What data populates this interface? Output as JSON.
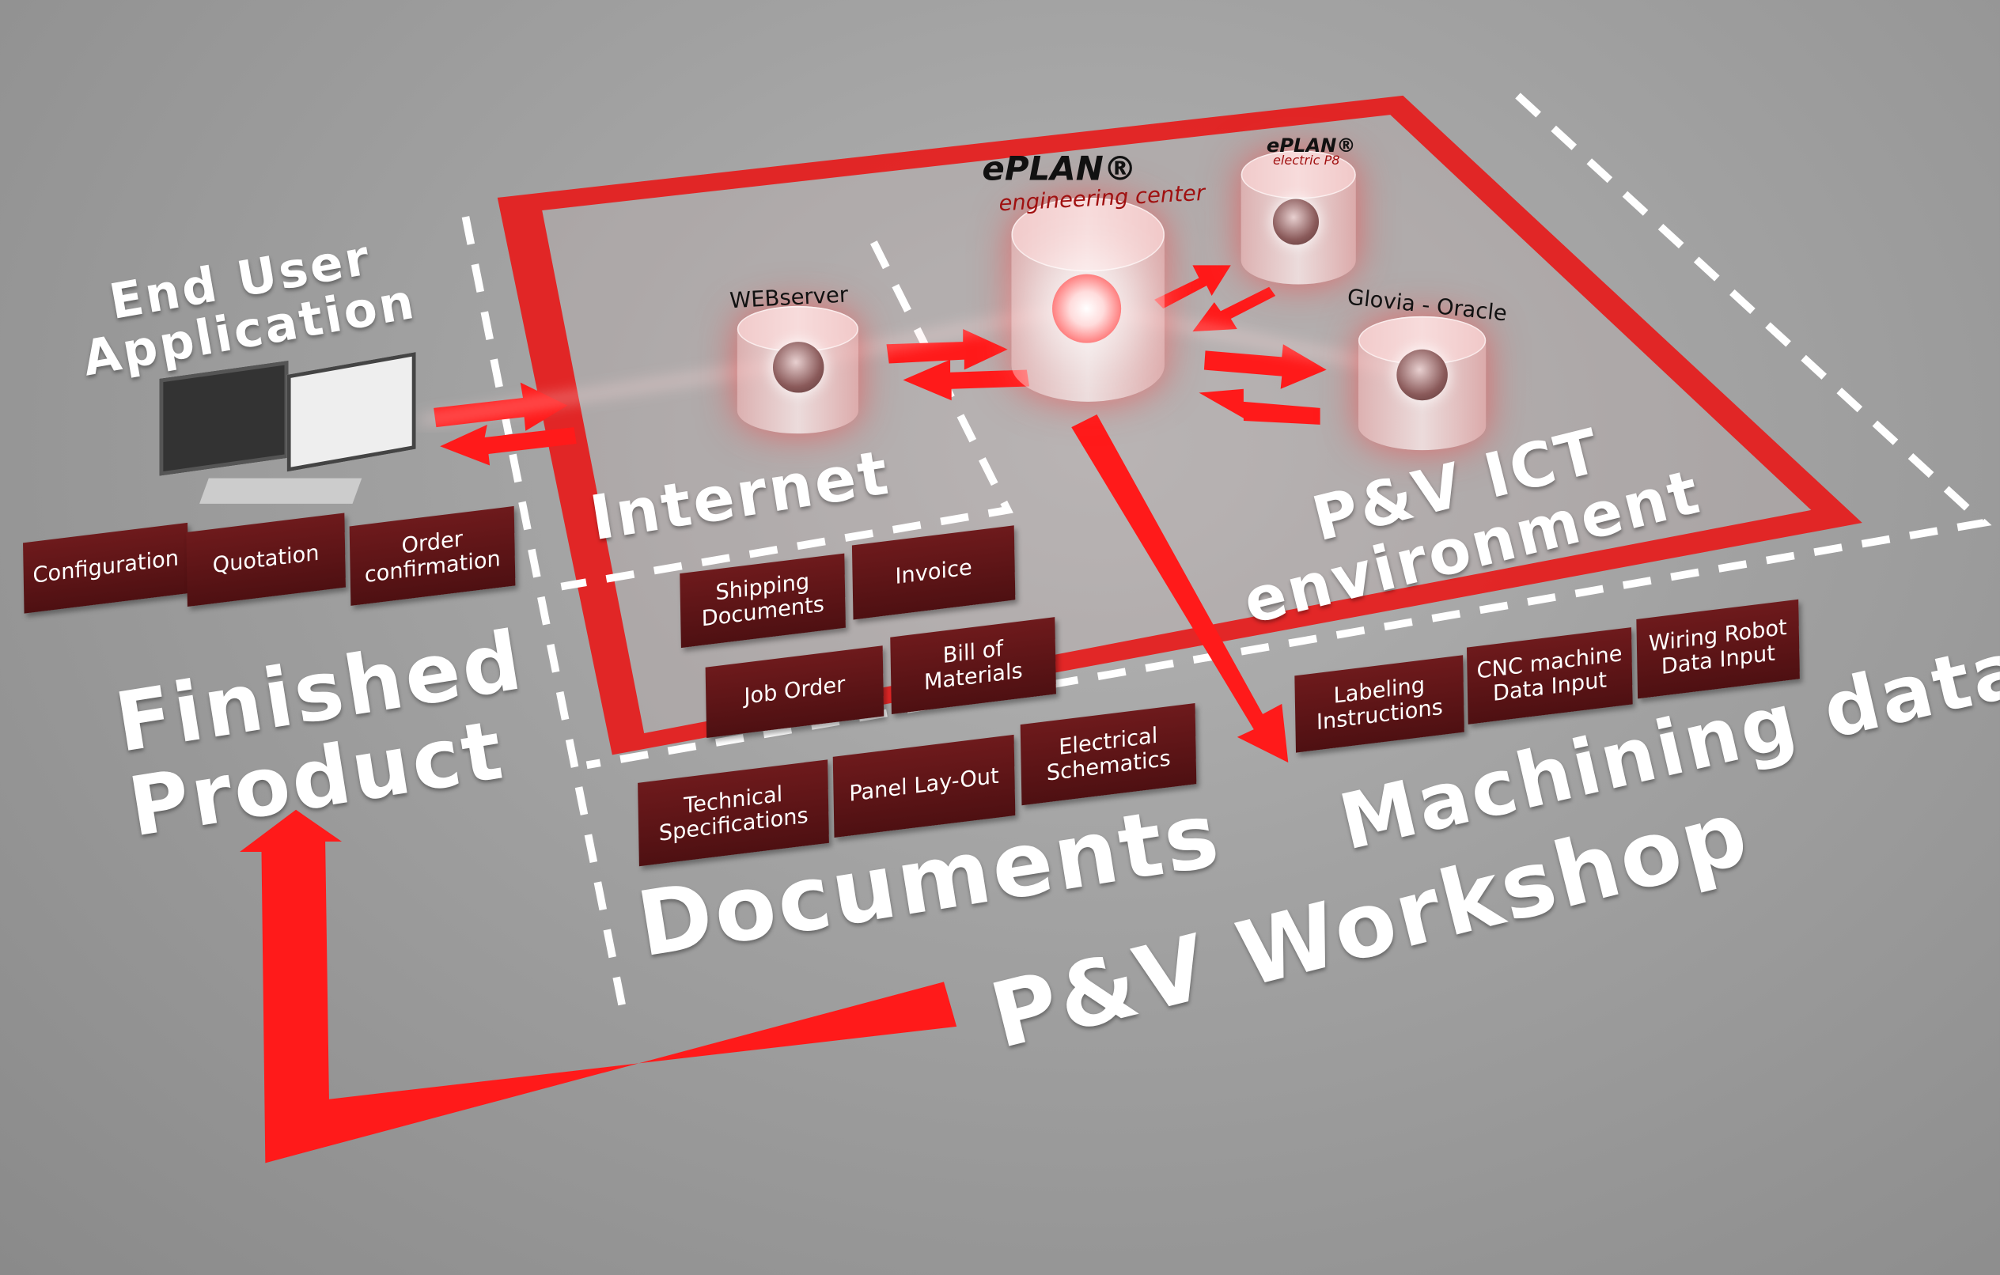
{
  "labels": {
    "end_user_application_1": "End User",
    "end_user_application_2": "Application",
    "internet": "Internet",
    "ict_1": "P&V ICT",
    "ict_2": "environment",
    "finished_1": "Finished",
    "finished_2": "Product",
    "documents": "Documents",
    "machining": "Machining data",
    "workshop": "P&V Workshop"
  },
  "servers": {
    "webserver": "WEBserver",
    "glovia": "Glovia - Oracle",
    "eplan_ec_brand": "ePLAN®",
    "eplan_ec_sub": "engineering center",
    "eplan_p8_brand": "ePLAN®",
    "eplan_p8_sub": "electric P8"
  },
  "tiles": {
    "configuration": "Configuration",
    "quotation": "Quotation",
    "order_confirmation": "Order confirmation",
    "shipping_documents": "Shipping Documents",
    "invoice": "Invoice",
    "job_order": "Job Order",
    "bill_of_materials": "Bill of Materials",
    "technical_specifications": "Technical Specifications",
    "panel_layout": "Panel Lay-Out",
    "electrical_schematics": "Electrical Schematics",
    "labeling_instructions": "Labeling Instructions",
    "cnc_machine": "CNC machine Data Input",
    "wiring_robot": "Wiring Robot Data Input"
  },
  "colors": {
    "accent": "#ff1a1a",
    "tile": "#5e1416"
  }
}
